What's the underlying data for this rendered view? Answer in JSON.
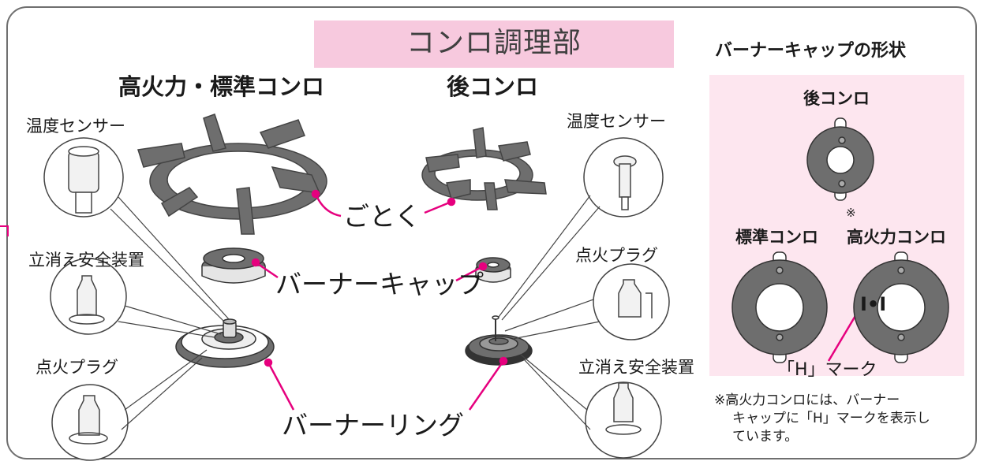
{
  "title": "コンロ調理部",
  "headings": {
    "left_group": "高火力・標準コンロ",
    "right_group": "後コンロ",
    "burner_cap_shape": "バーナーキャップの形状"
  },
  "left_labels": {
    "temp_sensor": "温度センサー",
    "flame_failure_device": "立消え安全装置",
    "ignition_plug": "点火プラグ"
  },
  "right_labels": {
    "temp_sensor": "温度センサー",
    "ignition_plug": "点火プラグ",
    "flame_failure_device": "立消え安全装置"
  },
  "center_labels": {
    "trivet": "ごとく",
    "burner_cap": "バーナーキャップ",
    "burner_ring": "バーナーリング"
  },
  "cap_panel": {
    "rear": "後コンロ",
    "standard": "標準コンロ",
    "high_power_mark": "※",
    "high_power": "高火力コンロ",
    "h_symbol": "I•I",
    "h_mark_label": "「H」マーク"
  },
  "footnote": {
    "line1": "※高火力コンロには、バーナー",
    "line2": "キャップに「H」マークを表示し",
    "line3": "ています。"
  },
  "colors": {
    "accent_pink": "#e6007e",
    "title_band": "#f7c9de",
    "panel_pink": "#fde6ef",
    "part_gray": "#6e6e6e",
    "frame_gray": "#6f6f6f"
  }
}
